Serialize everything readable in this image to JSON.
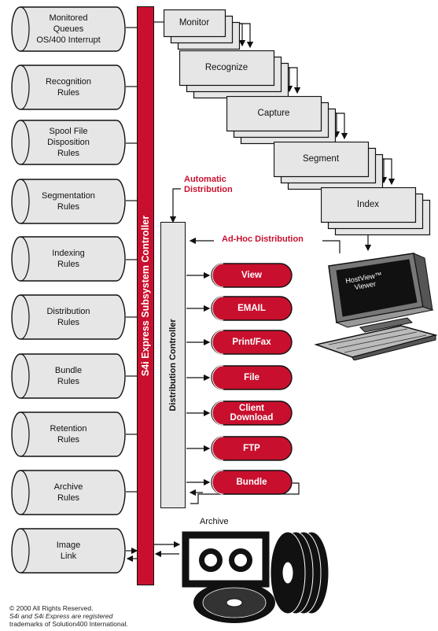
{
  "controller_title": "S4i Express Subsystem Controller",
  "distribution_controller_title": "Distribution Controller",
  "rules": [
    {
      "label": "Monitored\nQueues\nOS/400 Interrupt"
    },
    {
      "label": "Recognition\nRules"
    },
    {
      "label": "Spool File\nDisposition\nRules"
    },
    {
      "label": "Segmentation\nRules"
    },
    {
      "label": "Indexing\nRules"
    },
    {
      "label": "Distribution\nRules"
    },
    {
      "label": "Bundle\nRules"
    },
    {
      "label": "Retention\nRules"
    },
    {
      "label": "Archive\nRules"
    },
    {
      "label": "Image\nLink"
    }
  ],
  "steps": [
    {
      "label": "Monitor"
    },
    {
      "label": "Recognize"
    },
    {
      "label": "Capture"
    },
    {
      "label": "Segment"
    },
    {
      "label": "Index"
    }
  ],
  "automatic_distribution": "Automatic\nDistribution",
  "adhoc_distribution": "Ad-Hoc Distribution",
  "outputs": [
    {
      "label": "View"
    },
    {
      "label": "EMAIL"
    },
    {
      "label": "Print/Fax"
    },
    {
      "label": "File"
    },
    {
      "label": "Client\nDownload"
    },
    {
      "label": "FTP"
    },
    {
      "label": "Bundle"
    }
  ],
  "viewer_screen_text": "HostView™\nViewer",
  "archive_label": "Archive",
  "copyright": {
    "line1": "© 2000 All Rights Reserved.",
    "line2": "S4i and S4i Express are registered",
    "line3": "trademarks of Solution400 International."
  },
  "colors": {
    "red": "#c8102e",
    "gray": "#e6e6e6",
    "outline": "#111111"
  }
}
